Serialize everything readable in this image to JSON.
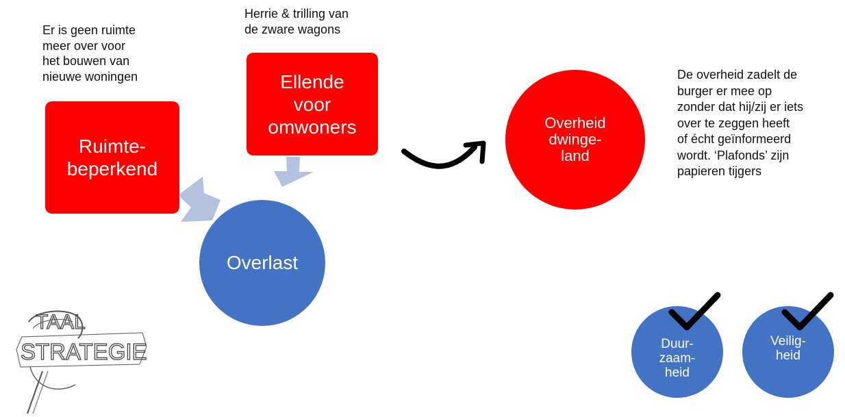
{
  "colors": {
    "red_box": "#ff0000",
    "blue_circle": "#4472c4",
    "arrow_fill": "#b4c2e0",
    "text_dark": "#111111",
    "white": "#ffffff"
  },
  "notes": {
    "ruimte_note": "Er is geen ruimte\nmeer over voor\nhet bouwen van\nnieuwe woningen",
    "herrie_note": "Herrie & trilling van\nde zware wagons",
    "overheid_note": "De overheid zadelt de\nburger er mee op\nzonder dat hij/zij er iets\nover te zeggen heeft\nof écht geïnformeerd\nwordt. ‘Plafonds’ zijn\npapieren tijgers"
  },
  "boxes": {
    "ruimte": "Ruimte-\nbeperkend",
    "ellende": "Ellende\nvoor\nomwoners"
  },
  "circles": {
    "overlast": "Overlast",
    "overheid": "Overheid\ndwinge-\nland",
    "duurzaamheid": "Duur-\nzaam-\nheid",
    "veiligheid": "Veilig-\nheid"
  },
  "icons": {
    "flow_arrow": "arrow-up-right-curved-icon",
    "check": "checkmark-icon",
    "logo": "taal-strategie-logo"
  },
  "logo": {
    "line1": "TAAL",
    "line2": "STRATEGIE"
  }
}
